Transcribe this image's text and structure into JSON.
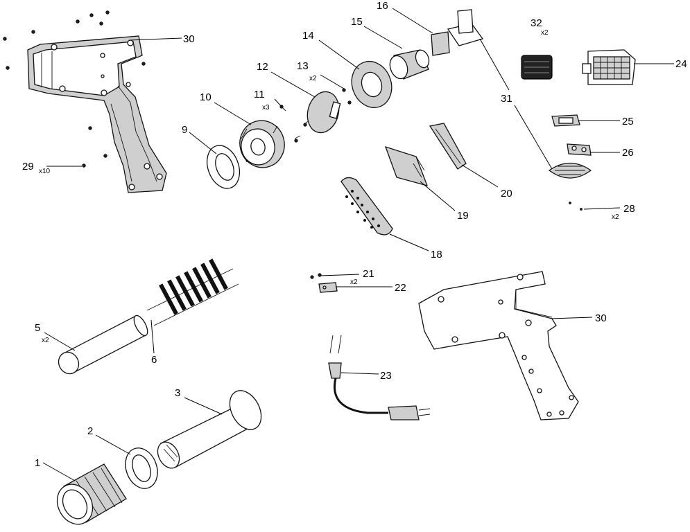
{
  "callouts": {
    "c1": {
      "num": "1",
      "qty": ""
    },
    "c2": {
      "num": "2",
      "qty": ""
    },
    "c3": {
      "num": "3",
      "qty": ""
    },
    "c5": {
      "num": "5",
      "qty": "x2"
    },
    "c6": {
      "num": "6",
      "qty": ""
    },
    "c9": {
      "num": "9",
      "qty": ""
    },
    "c10": {
      "num": "10",
      "qty": ""
    },
    "c11": {
      "num": "11",
      "qty": "x3"
    },
    "c12": {
      "num": "12",
      "qty": ""
    },
    "c13": {
      "num": "13",
      "qty": "x2"
    },
    "c14": {
      "num": "14",
      "qty": ""
    },
    "c15": {
      "num": "15",
      "qty": ""
    },
    "c16": {
      "num": "16",
      "qty": ""
    },
    "c18": {
      "num": "18",
      "qty": ""
    },
    "c19": {
      "num": "19",
      "qty": ""
    },
    "c20": {
      "num": "20",
      "qty": ""
    },
    "c21": {
      "num": "21",
      "qty": "x2"
    },
    "c22": {
      "num": "22",
      "qty": ""
    },
    "c23": {
      "num": "23",
      "qty": ""
    },
    "c24": {
      "num": "24",
      "qty": ""
    },
    "c25": {
      "num": "25",
      "qty": ""
    },
    "c26": {
      "num": "26",
      "qty": ""
    },
    "c28": {
      "num": "28",
      "qty": "x2"
    },
    "c29": {
      "num": "29",
      "qty": "x10"
    },
    "c30a": {
      "num": "30",
      "qty": ""
    },
    "c30b": {
      "num": "30",
      "qty": ""
    },
    "c31": {
      "num": "31",
      "qty": ""
    },
    "c32": {
      "num": "32",
      "qty": "x2"
    }
  },
  "colors": {
    "ink": "#000000",
    "background": "#ffffff",
    "shade": "#cfcfcf"
  }
}
